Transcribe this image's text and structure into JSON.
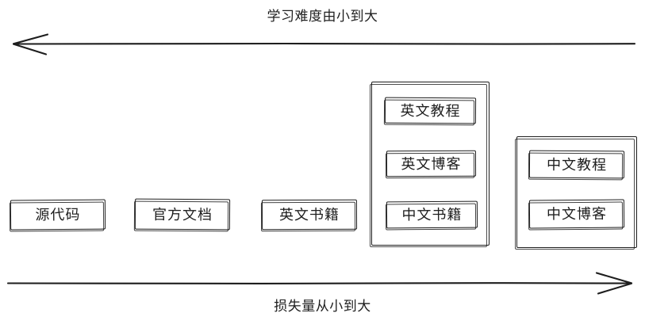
{
  "diagram": {
    "title_top": "学习难度由小到大",
    "title_bottom": "损失量从小到大",
    "stroke_color": "#1e1e1e",
    "background_color": "#ffffff",
    "axes": [
      {
        "name": "difficulty-axis",
        "label": "学习难度由小到大",
        "direction": "left",
        "position": "top"
      },
      {
        "name": "loss-axis",
        "label": "损失量从小到大",
        "direction": "right",
        "position": "bottom"
      }
    ],
    "items": [
      {
        "label": "源代码",
        "group": null
      },
      {
        "label": "官方文档",
        "group": null
      },
      {
        "label": "英文书籍",
        "group": null
      },
      {
        "label": "英文教程",
        "group": "group-1"
      },
      {
        "label": "英文博客",
        "group": "group-1"
      },
      {
        "label": "中文书籍",
        "group": "group-1"
      },
      {
        "label": "中文教程",
        "group": "group-2"
      },
      {
        "label": "中文博客",
        "group": "group-2"
      }
    ],
    "boxes": {
      "source_code": "源代码",
      "official_docs": "官方文档",
      "english_books": "英文书籍",
      "english_tutorials": "英文教程",
      "english_blogs": "英文博客",
      "chinese_books": "中文书籍",
      "chinese_tutorials": "中文教程",
      "chinese_blogs": "中文博客"
    }
  }
}
